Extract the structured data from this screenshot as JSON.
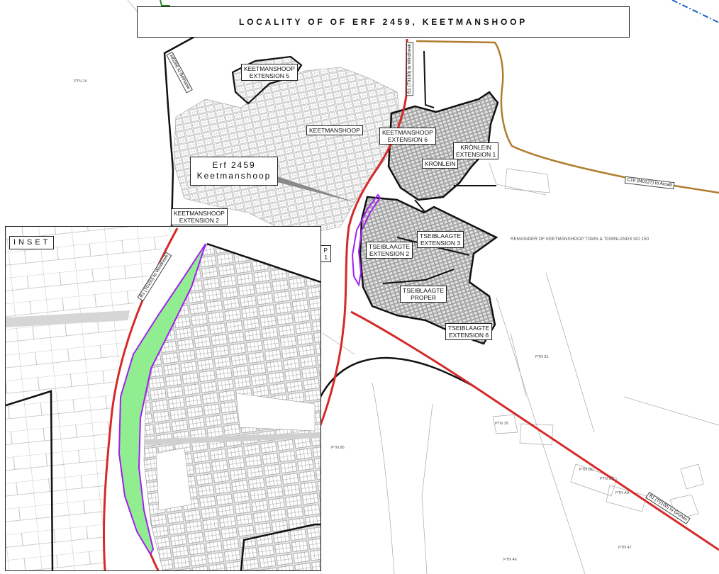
{
  "title": "LOCALITY OF OF ERF 2459, KEETMANSHOOP",
  "callout": {
    "line1": "Erf 2459",
    "line2": "Keetmanshoop"
  },
  "townships": {
    "ext5": {
      "line1": "KEETMANSHOOP",
      "line2": "EXTENSION 5"
    },
    "town": {
      "line1": "KEETMANSHOOP"
    },
    "ext6": {
      "line1": "KEETMANSHOOP",
      "line2": "EXTENSION 6"
    },
    "kronlein_ext1": {
      "line1": "KRÖNLEIN",
      "line2": "EXTENSION 1"
    },
    "kronlein": {
      "line1": "KRÖNLEIN"
    },
    "ext2": {
      "line1": "KEETMANSHOOP",
      "line2": "EXTENSION 2"
    },
    "partial": {
      "line1": "P",
      "line2": "1"
    },
    "tseib_ext3": {
      "line1": "TSEIBLAAGTE",
      "line2": "EXTENSION 3"
    },
    "tseib_ext2": {
      "line1": "TSEIBLAAGTE",
      "line2": "EXTENSION 2"
    },
    "tseib_proper": {
      "line1": "TSEIBLAAGTE",
      "line2": "PROPER"
    },
    "tseib_ext6": {
      "line1": "TSEIBLAAGTE",
      "line2": "EXTENSION 6"
    }
  },
  "roads": {
    "bethanie": "M0268 to Bethanie",
    "windhoek": "B1 (T0100) to Windhoek",
    "aroab": "C16 (M0127) to Aroab",
    "grunau": "B1 (T0100) to Grunau"
  },
  "portions": {
    "remainder": "REMAINDER OF KEETMANSHOOP TOWN & TOWNLANDS NO 150",
    "ptn_14": "PTN 14",
    "ptn_81": "PTN 81",
    "ptn_86": "PTN 86",
    "ptn_78": "PTN 78",
    "ptn_dd": "PTN DD",
    "ptn_cc": "PTN CC",
    "ptn_aa": "PTN AA",
    "ptn_47": "PTN 47",
    "ptn_46": "PTN 46"
  },
  "inset": {
    "label": "INSET",
    "road_windhoek": "B1 (T0100) to Windhoek"
  },
  "colors": {
    "trunk_road": "#d42a2a",
    "district_road": "#b07d2e",
    "boundary": "#111111",
    "erf_outline": "#a020f0",
    "erf_fill": "#90ee90",
    "township_fill": "#d2d2d2",
    "district_boundary": "#1f5fbf"
  }
}
